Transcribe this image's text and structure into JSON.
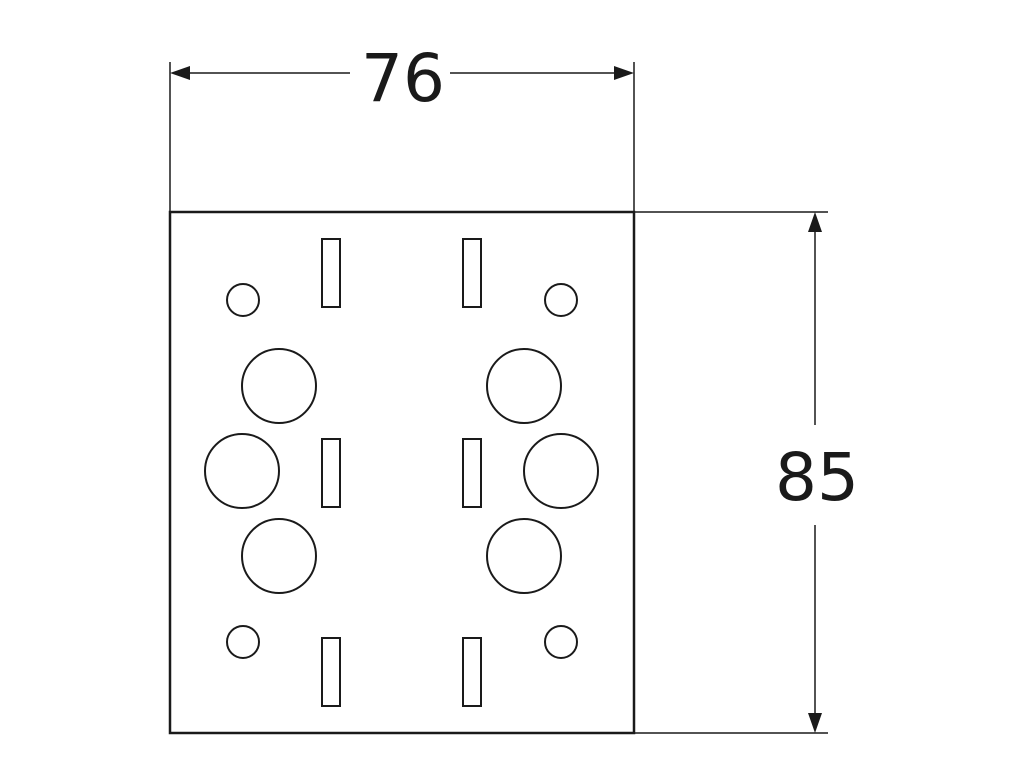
{
  "dimensions": {
    "width_label": "76",
    "height_label": "85"
  },
  "plate": {
    "width_mm": 76,
    "height_mm": 85,
    "small_holes": 4,
    "large_holes": 6,
    "slots": 6
  },
  "colors": {
    "line": "#1a1a1a",
    "background": "#ffffff"
  }
}
